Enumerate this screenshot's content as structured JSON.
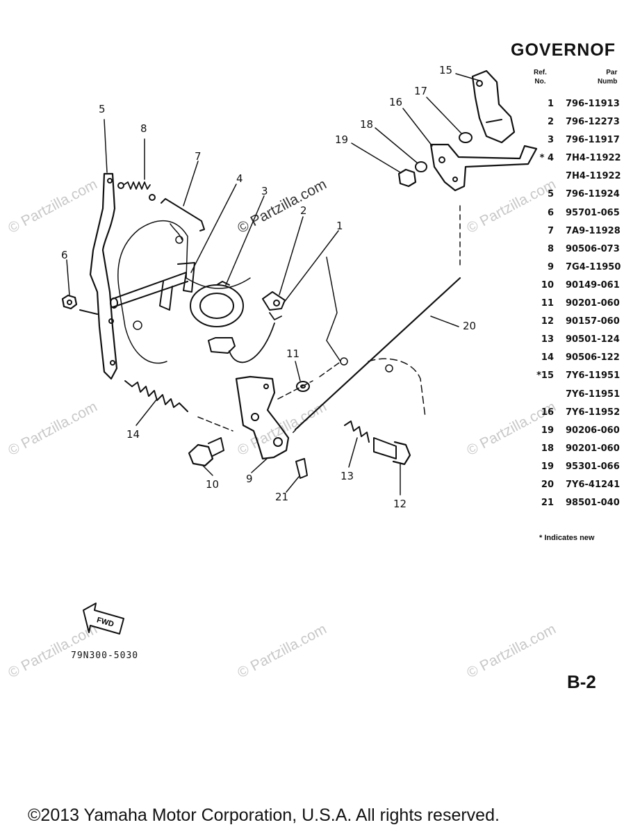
{
  "title": "GOVERNOF",
  "table": {
    "header_ref": "Ref.\nNo.",
    "header_part": "Par\nNumb",
    "rows": [
      {
        "ref": "1",
        "part": "796-11913"
      },
      {
        "ref": "2",
        "part": "796-12273"
      },
      {
        "ref": "3",
        "part": "796-11917"
      },
      {
        "ref": "* 4",
        "part": "7H4-11922"
      },
      {
        "ref": "",
        "part": "7H4-11922"
      },
      {
        "ref": "5",
        "part": "796-11924"
      },
      {
        "ref": "6",
        "part": "95701-065"
      },
      {
        "ref": "7",
        "part": "7A9-11928"
      },
      {
        "ref": "8",
        "part": "90506-073"
      },
      {
        "ref": "9",
        "part": "7G4-11950"
      },
      {
        "ref": "10",
        "part": "90149-061"
      },
      {
        "ref": "11",
        "part": "90201-060"
      },
      {
        "ref": "12",
        "part": "90157-060"
      },
      {
        "ref": "13",
        "part": "90501-124"
      },
      {
        "ref": "14",
        "part": "90506-122"
      },
      {
        "ref": "*15",
        "part": "7Y6-11951"
      },
      {
        "ref": "",
        "part": "7Y6-11951"
      },
      {
        "ref": "16",
        "part": "7Y6-11952"
      },
      {
        "ref": "19",
        "part": "90206-060"
      },
      {
        "ref": "18",
        "part": "90201-060"
      },
      {
        "ref": "19",
        "part": "95301-066"
      },
      {
        "ref": "20",
        "part": "7Y6-41241"
      },
      {
        "ref": "21",
        "part": "98501-040"
      }
    ]
  },
  "note": "* Indicates new",
  "page_id": "B-2",
  "diagram_code": "79N300-5030",
  "fwd_label": "FWD",
  "callouts": {
    "c1": "1",
    "c2": "2",
    "c3": "3",
    "c4": "4",
    "c5": "5",
    "c6": "6",
    "c7": "7",
    "c8": "8",
    "c9": "9",
    "c10": "10",
    "c11": "11",
    "c12": "12",
    "c13": "13",
    "c14": "14",
    "c15": "15",
    "c16": "16",
    "c17": "17",
    "c18": "18",
    "c19": "19",
    "c20": "20",
    "c21": "21"
  },
  "watermark": "© Partzilla.com",
  "copyright": "©2013 Yamaha Motor Corporation, U.S.A. All rights reserved."
}
